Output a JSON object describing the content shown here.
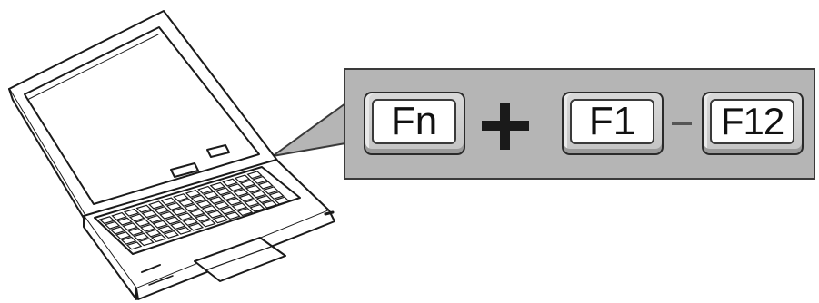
{
  "keys": {
    "fn": "Fn",
    "f1": "F1",
    "f12": "F12"
  },
  "colors": {
    "callout_bg": "#b5b5b5",
    "key_face": "#ffffff",
    "outline": "#1a1a1a"
  }
}
